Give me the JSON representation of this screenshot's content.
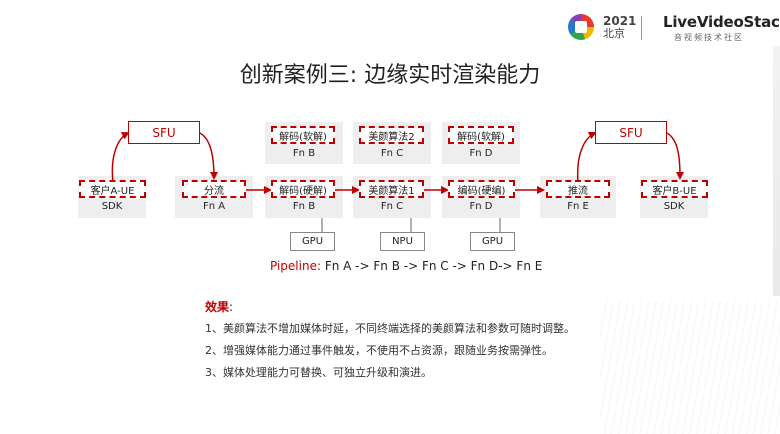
{
  "header": {
    "year": "2021",
    "city": "北京",
    "brand": "LiveVideoStack",
    "brand_sub": "音视频技术社区"
  },
  "title": "创新案例三: 边缘实时渲染能力",
  "diagram": {
    "sfu_left": "SFU",
    "sfu_right": "SFU",
    "client_a": {
      "box": "客户A-UE",
      "label": "SDK"
    },
    "client_b": {
      "box": "客户B-UE",
      "label": "SDK"
    },
    "fn_a": {
      "box": "分流",
      "label": "Fn A"
    },
    "fn_b": {
      "box": "解码(硬解)",
      "label": "Fn B",
      "hw": "GPU"
    },
    "fn_c": {
      "box": "美颜算法1",
      "label": "Fn C",
      "hw": "NPU"
    },
    "fn_d": {
      "box": "编码(硬编)",
      "label": "Fn D",
      "hw": "GPU"
    },
    "fn_e": {
      "box": "推流",
      "label": "Fn E"
    },
    "alt_b": {
      "box": "解码(软解)",
      "label": "Fn B"
    },
    "alt_c": {
      "box": "美颜算法2",
      "label": "Fn C"
    },
    "alt_d": {
      "box": "解码(软解)",
      "label": "Fn D"
    }
  },
  "pipeline": {
    "label": "Pipeline:",
    "flow": " Fn A -> Fn B -> Fn C -> Fn D-> Fn E"
  },
  "effects": {
    "title": "效果",
    "colon": ":",
    "items": [
      "1、美颜算法不增加媒体时延，不同终端选择的美颜算法和参数可随时调整。",
      "2、增强媒体能力通过事件触发，不使用不占资源，跟随业务按需弹性。",
      "3、媒体处理能力可替换、可独立升级和演进。"
    ]
  },
  "colors": {
    "accent": "#c00000",
    "panel": "#eeeeee"
  }
}
